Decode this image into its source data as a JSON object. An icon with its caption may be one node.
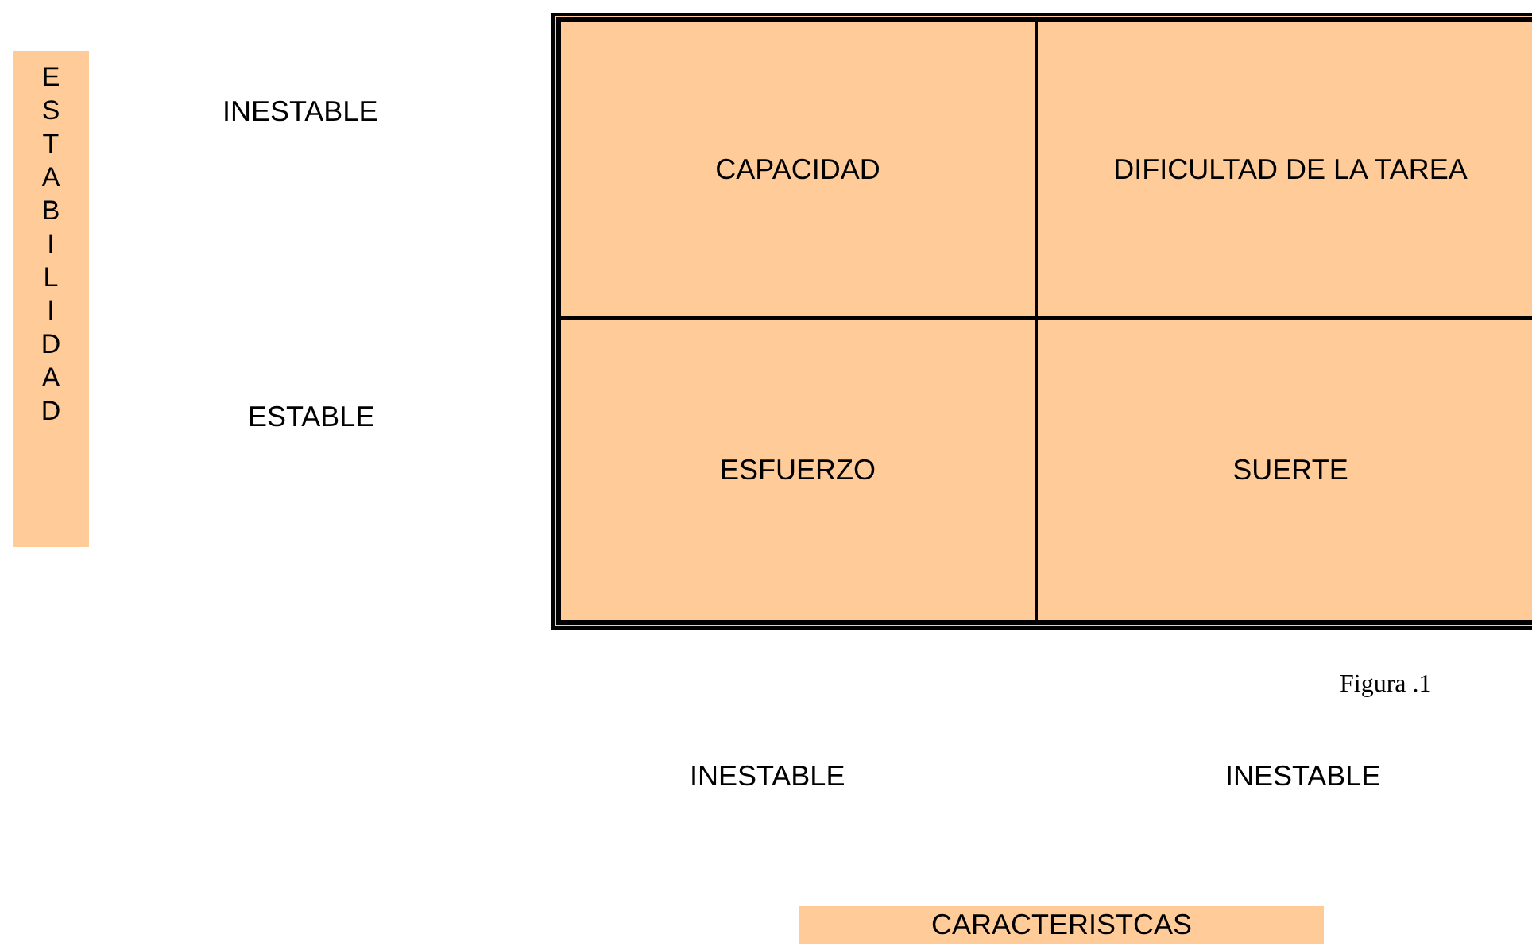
{
  "diagram": {
    "nodes": [
      {
        "text": [
          "ESTABILIDAD"
        ]
      },
      {
        "text": [],
        "shape": "box"
      },
      {
        "text": [
          "CAPACIDAD"
        ],
        "in": 1
      },
      {
        "text": [
          "DIFICULTAD DE LA TAREA"
        ],
        "in": 1
      },
      {
        "text": [
          "ESFUERZO"
        ],
        "in": 1
      },
      {
        "text": [
          "SUERTE"
        ],
        "in": 1
      },
      {
        "text": [
          "CARACTERISTCAS"
        ]
      }
    ],
    "labels": [
      "INESTABLE",
      "ESTABLE",
      "Figura .1",
      "INESTABLE",
      "INESTABLE"
    ]
  }
}
